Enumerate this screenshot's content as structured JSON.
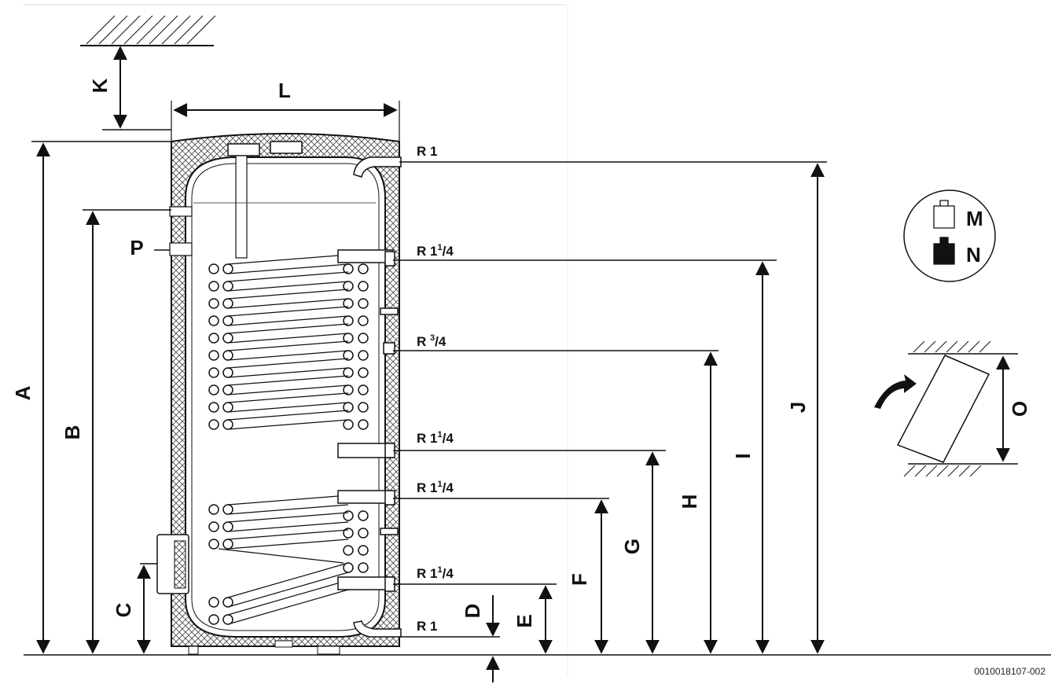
{
  "dimension_labels": {
    "A": "A",
    "B": "B",
    "C": "C",
    "D": "D",
    "E": "E",
    "F": "F",
    "G": "G",
    "H": "H",
    "I": "I",
    "J": "J",
    "K": "K",
    "L": "L",
    "O": "O",
    "P": "P"
  },
  "ports": [
    {
      "id": "top-outlet",
      "base": "R 1",
      "sup": "",
      "frac": ""
    },
    {
      "id": "upper-coil-flow",
      "base": "R 1",
      "sup": "1",
      "frac": "/4"
    },
    {
      "id": "circulation",
      "base": "R ",
      "sup": "3",
      "frac": "/4"
    },
    {
      "id": "upper-coil-return",
      "base": "R 1",
      "sup": "1",
      "frac": "/4"
    },
    {
      "id": "lower-coil-flow",
      "base": "R 1",
      "sup": "1",
      "frac": "/4"
    },
    {
      "id": "lower-coil-return",
      "base": "R 1",
      "sup": "1",
      "frac": "/4"
    },
    {
      "id": "bottom-inlet",
      "base": "R 1",
      "sup": "",
      "frac": ""
    }
  ],
  "weight_legend": {
    "empty": "M",
    "full": "N"
  },
  "image_id": "0010018107-002"
}
